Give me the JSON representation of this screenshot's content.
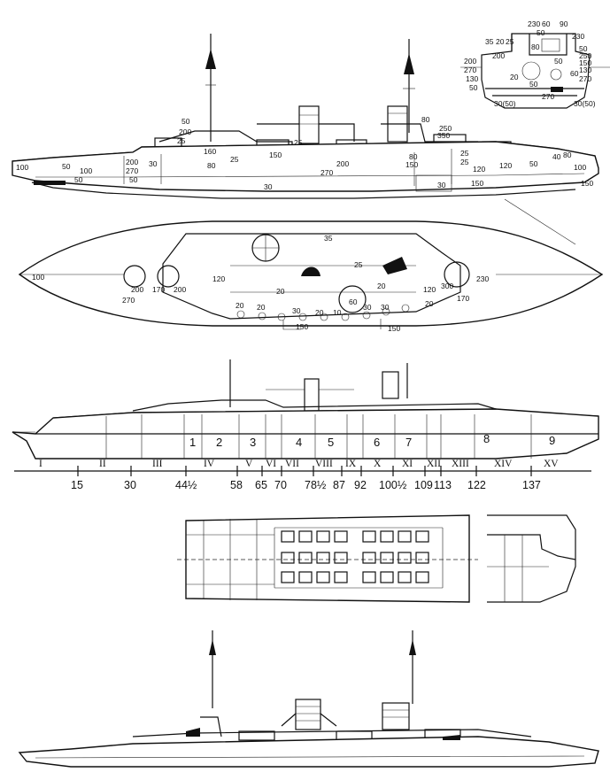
{
  "side_profile": {
    "armor_labels": [
      "50",
      "200",
      "25",
      "25",
      "150",
      "200",
      "80",
      "80",
      "350",
      "250",
      "25",
      "25",
      "25",
      "40",
      "100",
      "80",
      "100",
      "50",
      "100",
      "200",
      "30",
      "270",
      "150",
      "80",
      "50",
      "30",
      "270",
      "120",
      "120",
      "50",
      "150",
      "30",
      "50",
      "150",
      "160"
    ]
  },
  "cross_section": {
    "armor_labels": [
      "230",
      "60",
      "90",
      "35",
      "20",
      "25",
      "50",
      "230",
      "80",
      "200",
      "270",
      "130",
      "50",
      "30(50)",
      "30(50)",
      "50",
      "250",
      "150",
      "130",
      "270",
      "60",
      "20",
      "200",
      "50",
      "50",
      "270"
    ]
  },
  "deck_plan": {
    "armor_labels": [
      "35",
      "25",
      "100",
      "200",
      "170",
      "200",
      "270",
      "120",
      "20",
      "20",
      "60",
      "30",
      "30",
      "20",
      "20",
      "10",
      "20",
      "30",
      "120",
      "20",
      "300",
      "230",
      "150",
      "150",
      "170"
    ]
  },
  "compartment_profile": {
    "compartments": [
      "1",
      "2",
      "3",
      "4",
      "5",
      "6",
      "7",
      "8",
      "9"
    ],
    "zones": [
      "I",
      "II",
      "III",
      "IV",
      "V",
      "VI",
      "VII",
      "VIII",
      "IX",
      "X",
      "XI",
      "XII",
      "XIII",
      "XIV",
      "XV"
    ],
    "frames": [
      "15",
      "30",
      "44½",
      "58",
      "65",
      "70",
      "78½",
      "87",
      "92",
      "100½",
      "109",
      "113",
      "122",
      "137"
    ]
  }
}
